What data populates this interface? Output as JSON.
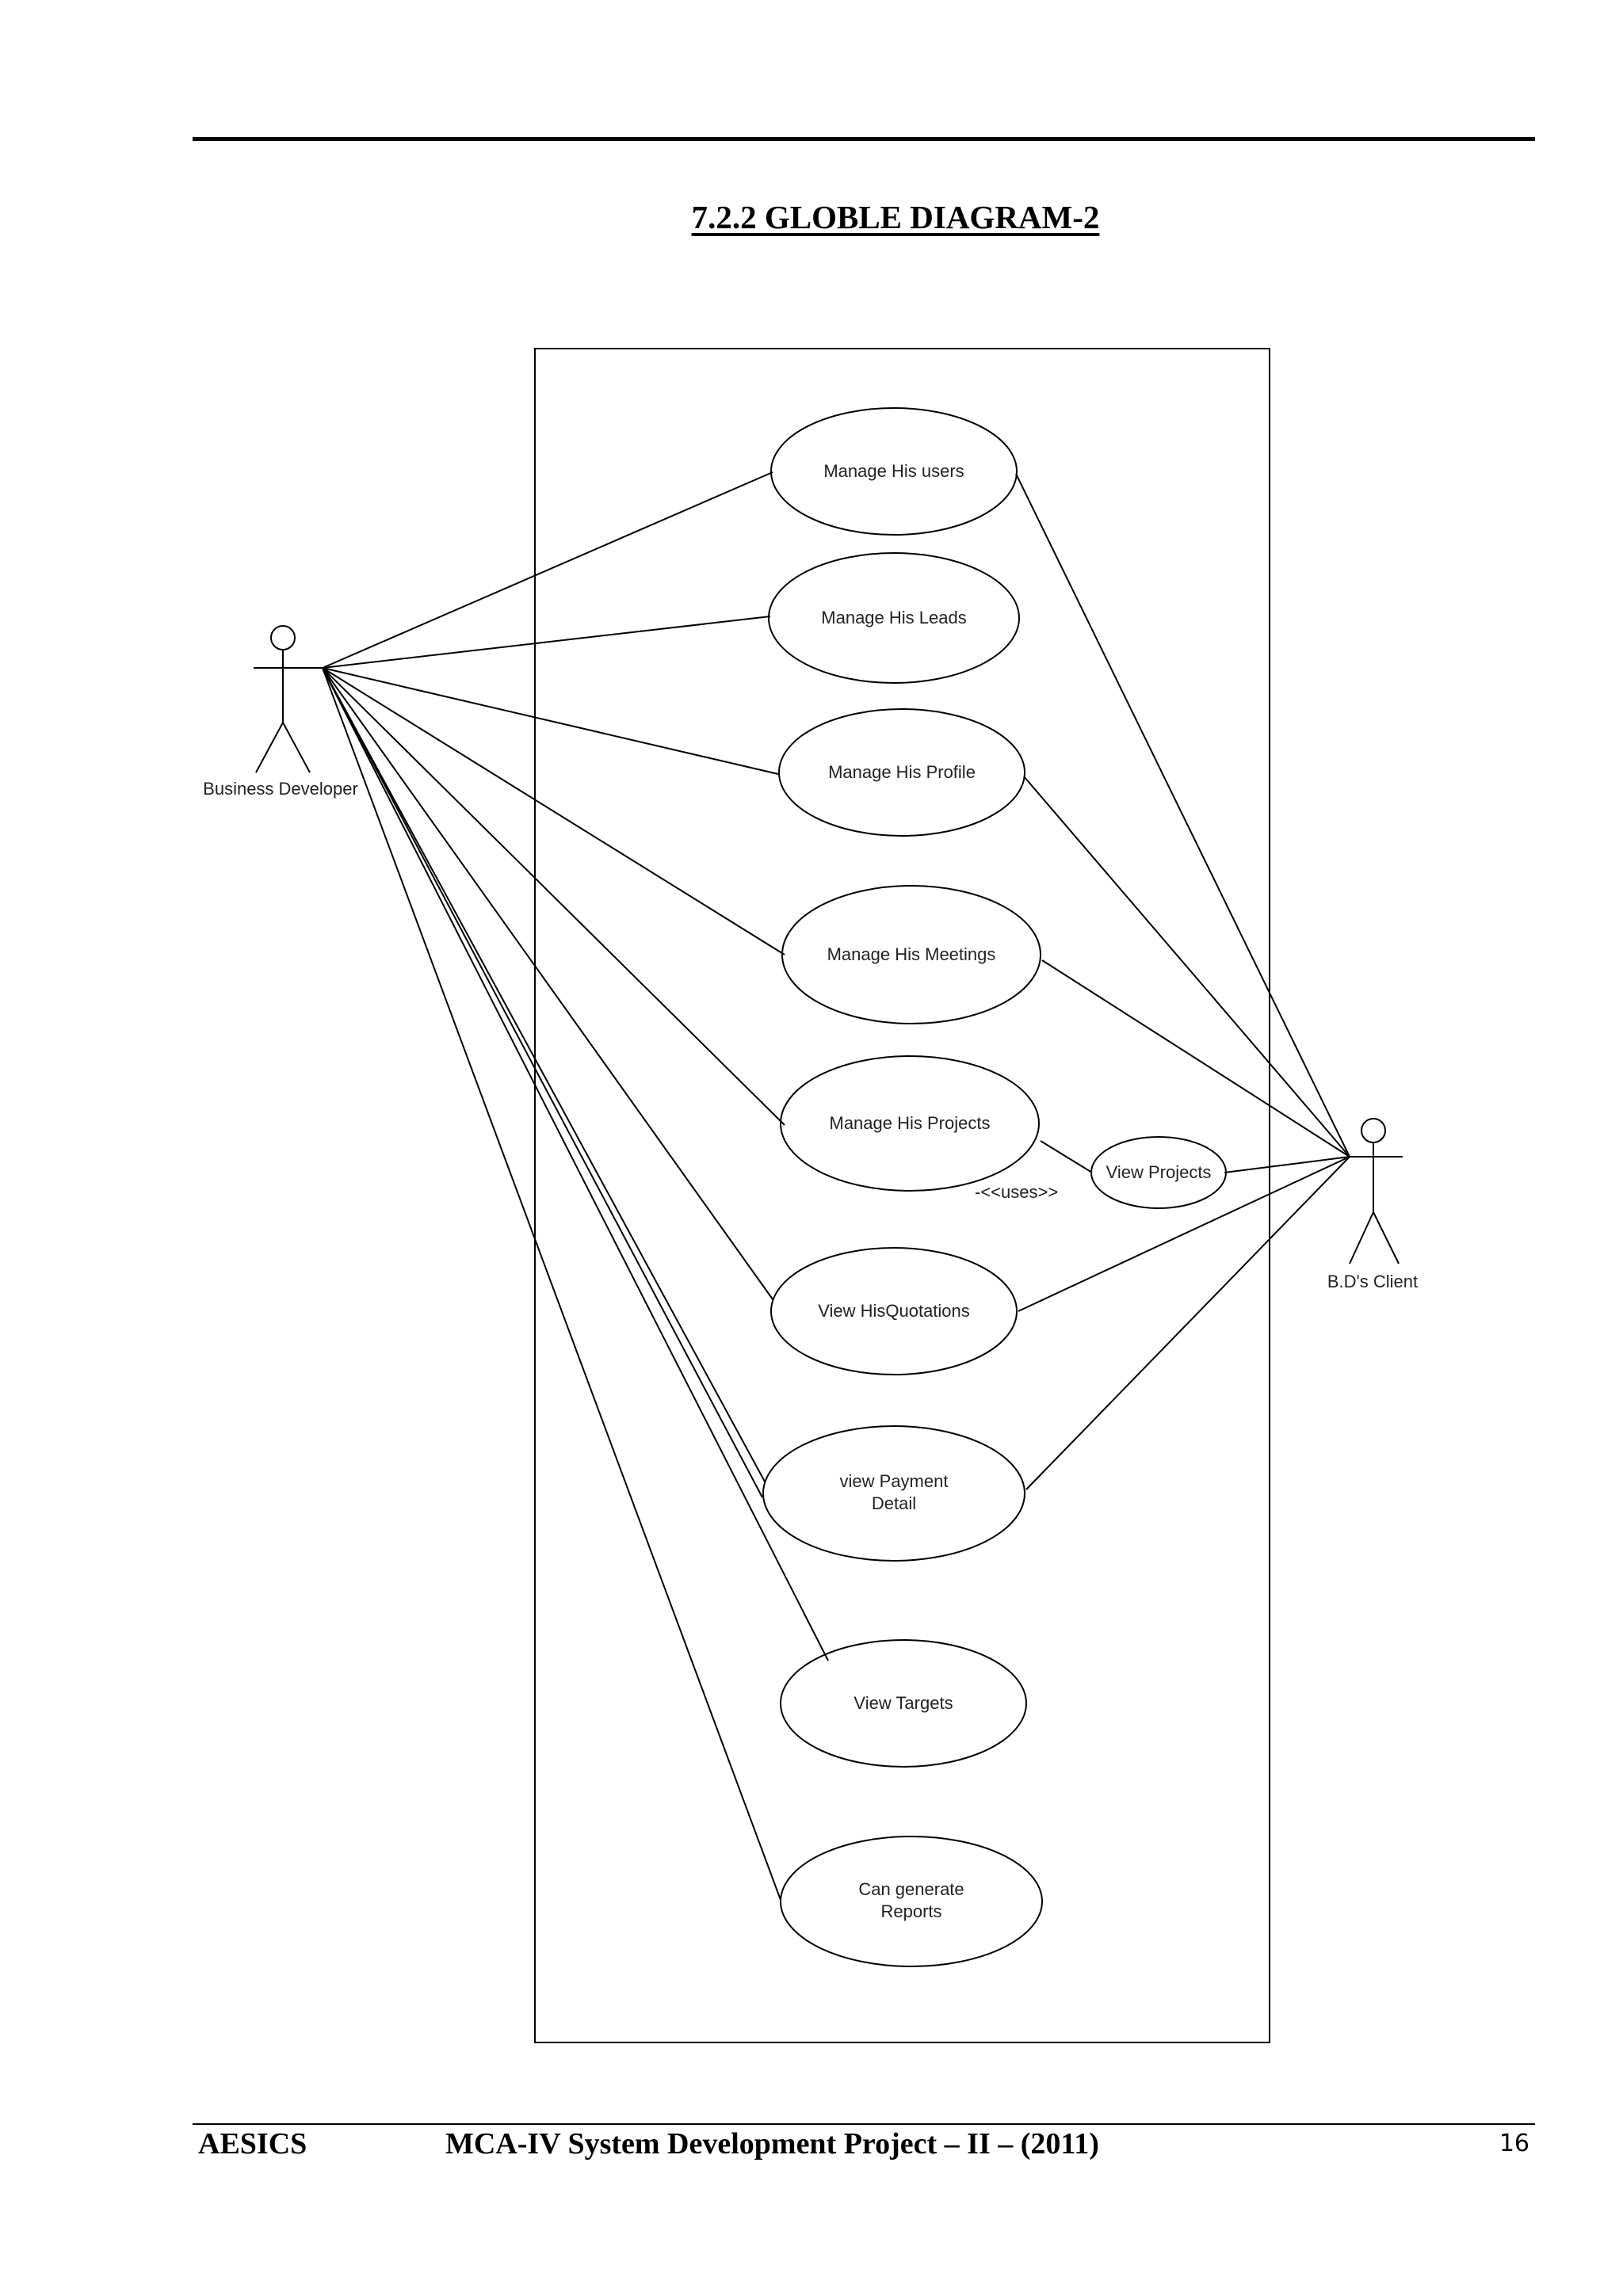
{
  "title": "7.2.2 GLOBLE DIAGRAM-2",
  "actors": {
    "business_developer": "Business Developer",
    "client": "B.D's Client"
  },
  "use_cases": [
    {
      "id": "manage-users",
      "lines": [
        "Manage His users"
      ]
    },
    {
      "id": "manage-leads",
      "lines": [
        "Manage His Leads"
      ]
    },
    {
      "id": "manage-profile",
      "lines": [
        "Manage His Profile"
      ]
    },
    {
      "id": "manage-meetings",
      "lines": [
        "Manage His Meetings"
      ]
    },
    {
      "id": "manage-projects",
      "lines": [
        "Manage His Projects"
      ]
    },
    {
      "id": "view-quotations",
      "lines": [
        "View HisQuotations"
      ]
    },
    {
      "id": "view-payment",
      "lines": [
        "view  Payment",
        "Detail"
      ]
    },
    {
      "id": "view-targets",
      "lines": [
        "View Targets"
      ]
    },
    {
      "id": "generate-reports",
      "lines": [
        "Can generate",
        "Reports"
      ]
    },
    {
      "id": "view-projects",
      "lines": [
        "View Projects"
      ]
    }
  ],
  "uses_label": "-<<uses>>",
  "footer": {
    "left": "AESICS",
    "center": "MCA-IV System Development Project – II – (2011)",
    "page_number": "16"
  }
}
